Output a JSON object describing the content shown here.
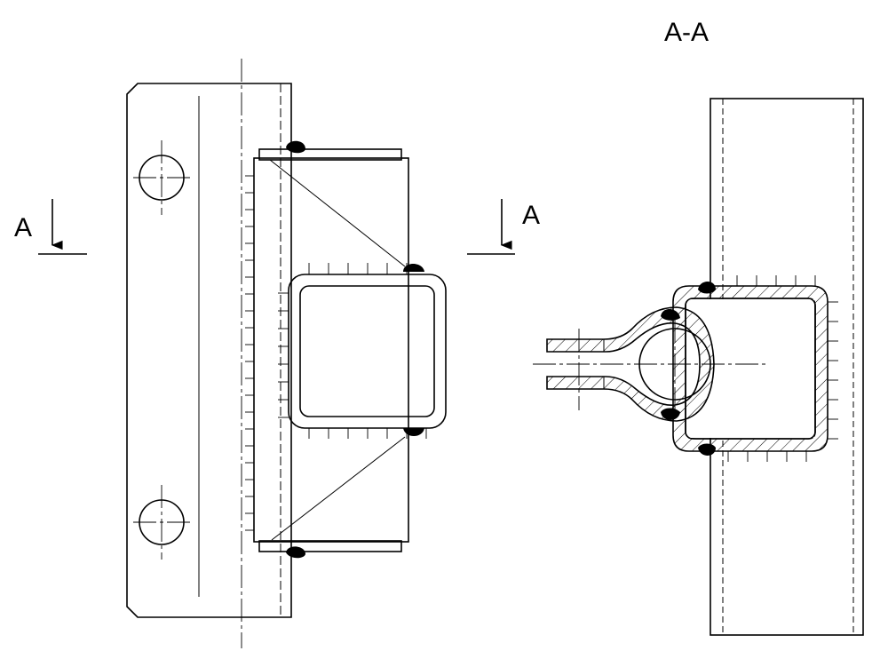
{
  "labels": {
    "section_title": "A-A",
    "cut_left": "A",
    "cut_right": "A"
  },
  "colors": {
    "ink": "#000000",
    "background": "#ffffff"
  }
}
